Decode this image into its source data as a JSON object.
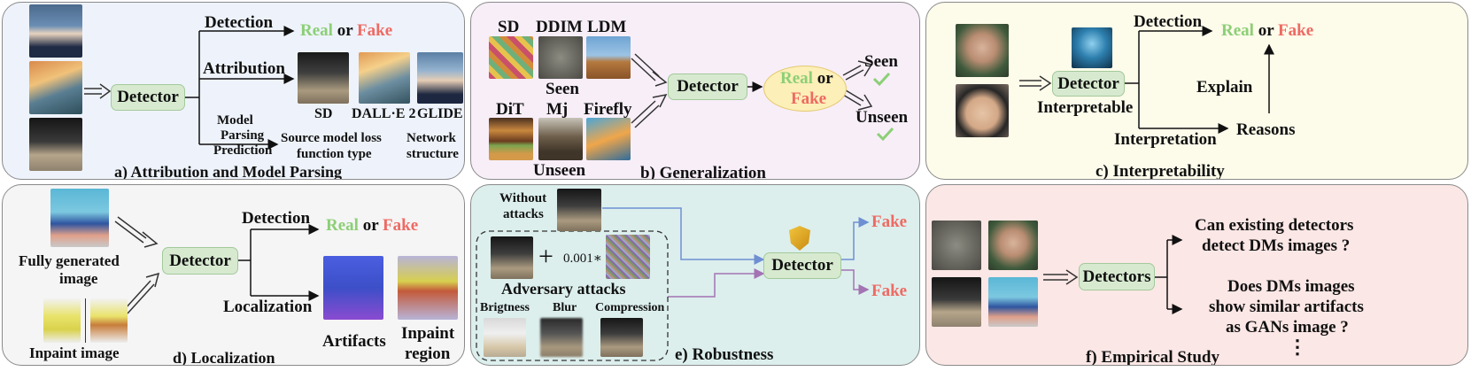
{
  "panel_a": {
    "caption": "a) Attribution and Model Parsing",
    "detector": "Detector",
    "detection": "Detection",
    "real": "Real",
    "or": "or",
    "fake": "Fake",
    "attribution": "Attribution",
    "label_sd": "SD",
    "label_dalle": "DALL·E 2",
    "label_glide": "GLIDE",
    "model_parsing_1": "Model",
    "model_parsing_2": "Parsing",
    "model_parsing_3": "Prediction",
    "source_1": "Source model loss",
    "source_2": "function type",
    "network_1": "Network",
    "network_2": "structure"
  },
  "panel_b": {
    "caption": "b) Generalization",
    "sd": "SD",
    "ddim": "DDIM",
    "ldm": "LDM",
    "seen": "Seen",
    "dit": "DiT",
    "mj": "Mj",
    "firefly": "Firefly",
    "unseen": "Unseen",
    "detector": "Detector",
    "real": "Real",
    "or": "or",
    "fake": "Fake",
    "out_seen": "Seen",
    "out_unseen": "Unseen"
  },
  "panel_c": {
    "caption": "c) Interpretability",
    "detector": "Detector",
    "interpretable": "Interpretable",
    "detection": "Detection",
    "real": "Real",
    "or": "or",
    "fake": "Fake",
    "explain": "Explain",
    "interpretation": "Interpretation",
    "reasons": "Reasons"
  },
  "panel_d": {
    "caption": "d) Localization",
    "fully_1": "Fully generated",
    "fully_2": "image",
    "inpaint": "Inpaint image",
    "detector": "Detector",
    "detection": "Detection",
    "real": "Real",
    "or": "or",
    "fake": "Fake",
    "localization": "Localization",
    "artifacts": "Artifacts",
    "inpaint_region_1": "Inpaint",
    "inpaint_region_2": "region"
  },
  "panel_e": {
    "caption": "e) Robustness",
    "without_1": "Without",
    "without_2": "attacks",
    "coef": "0.001∗",
    "adversary": "Adversary attacks",
    "brightness": "Brigtness",
    "blur": "Blur",
    "compression": "Compression",
    "detector": "Detector",
    "fake1": "Fake",
    "fake2": "Fake"
  },
  "panel_f": {
    "caption": "f) Empirical Study",
    "detectors": "Detectors",
    "q1_1": "Can existing detectors",
    "q1_2": "detect DMs images ?",
    "q2_1": "Does DMs images",
    "q2_2": "show similar artifacts",
    "q2_3": "as GANs image ?",
    "ellipsis": "⋮"
  },
  "colors": {
    "panel_a_bg": "#eef3fb",
    "panel_b_bg": "#f7eef8",
    "panel_c_bg": "#fdfbea",
    "panel_d_bg": "#f5f5f5",
    "panel_e_bg": "#dcefed",
    "panel_f_bg": "#fbe7e5",
    "detector_fill": "#d7ead0",
    "real": "#8ccf76",
    "fake": "#ee6a63",
    "arrow_blue": "#6f8fd3",
    "arrow_purple": "#a373b3",
    "checkmark": "#8ccf76"
  }
}
